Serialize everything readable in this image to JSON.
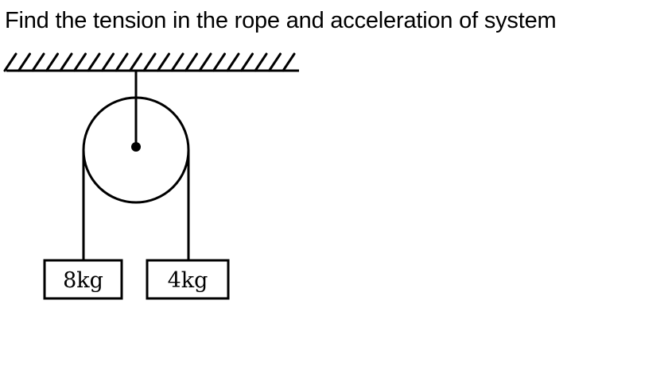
{
  "question": "Find the tension in the rope and acceleration of system",
  "diagram": {
    "left_mass_label": "8kg",
    "right_mass_label": "4kg"
  },
  "colors": {
    "ink": "#000000",
    "background": "#ffffff"
  }
}
